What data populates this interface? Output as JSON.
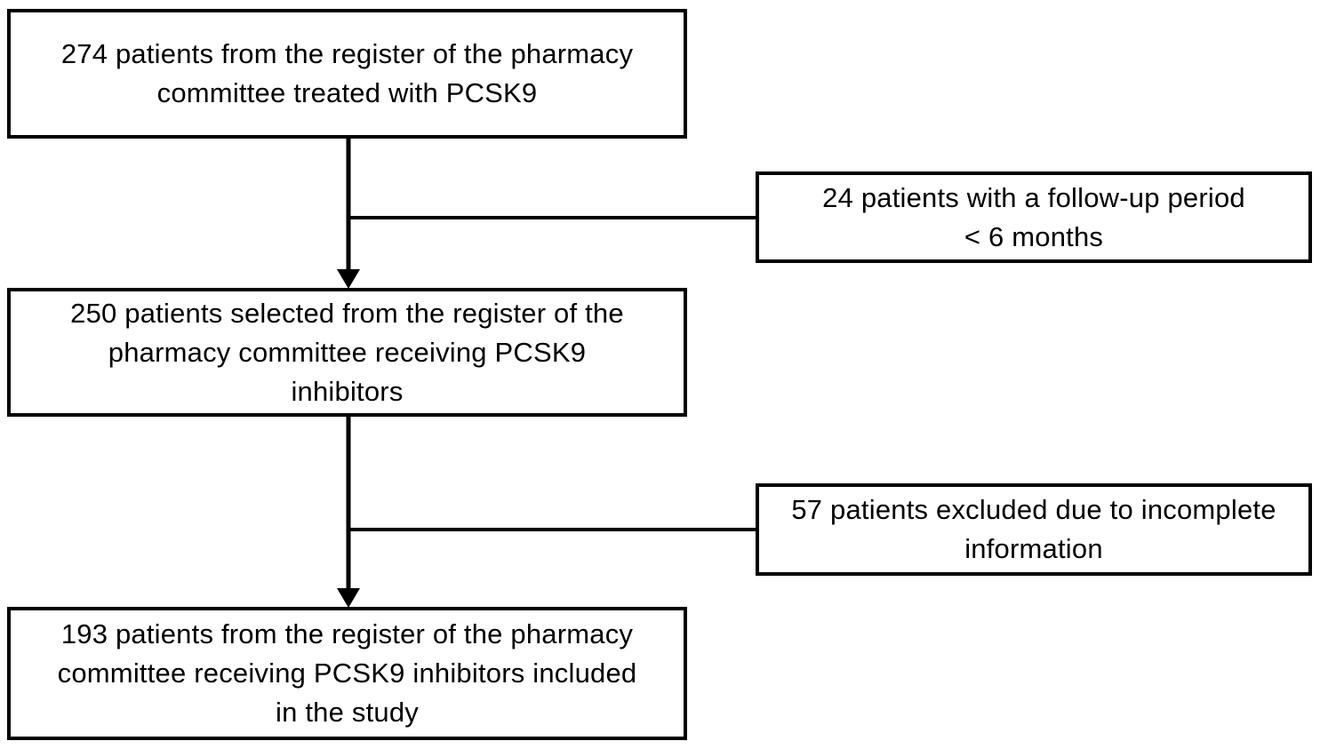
{
  "diagram": {
    "boxes": {
      "enrolled": {
        "text": "274 patients from the register of the pharmacy\ncommittee treated with PCSK9"
      },
      "excluded_followup": {
        "text": "24 patients with a follow-up period\n< 6 months"
      },
      "selected": {
        "text": "250 patients selected from the register of the\npharmacy committee receiving PCSK9\ninhibitors"
      },
      "excluded_incomplete": {
        "text": "57 patients excluded due to incomplete\ninformation"
      },
      "included": {
        "text": "193 patients from the register of the pharmacy\ncommittee receiving PCSK9 inhibitors included\nin the study"
      }
    },
    "colors": {
      "line": "#000000",
      "text": "#000000",
      "box_fill": "#ffffff",
      "background": "#ffffff"
    }
  }
}
